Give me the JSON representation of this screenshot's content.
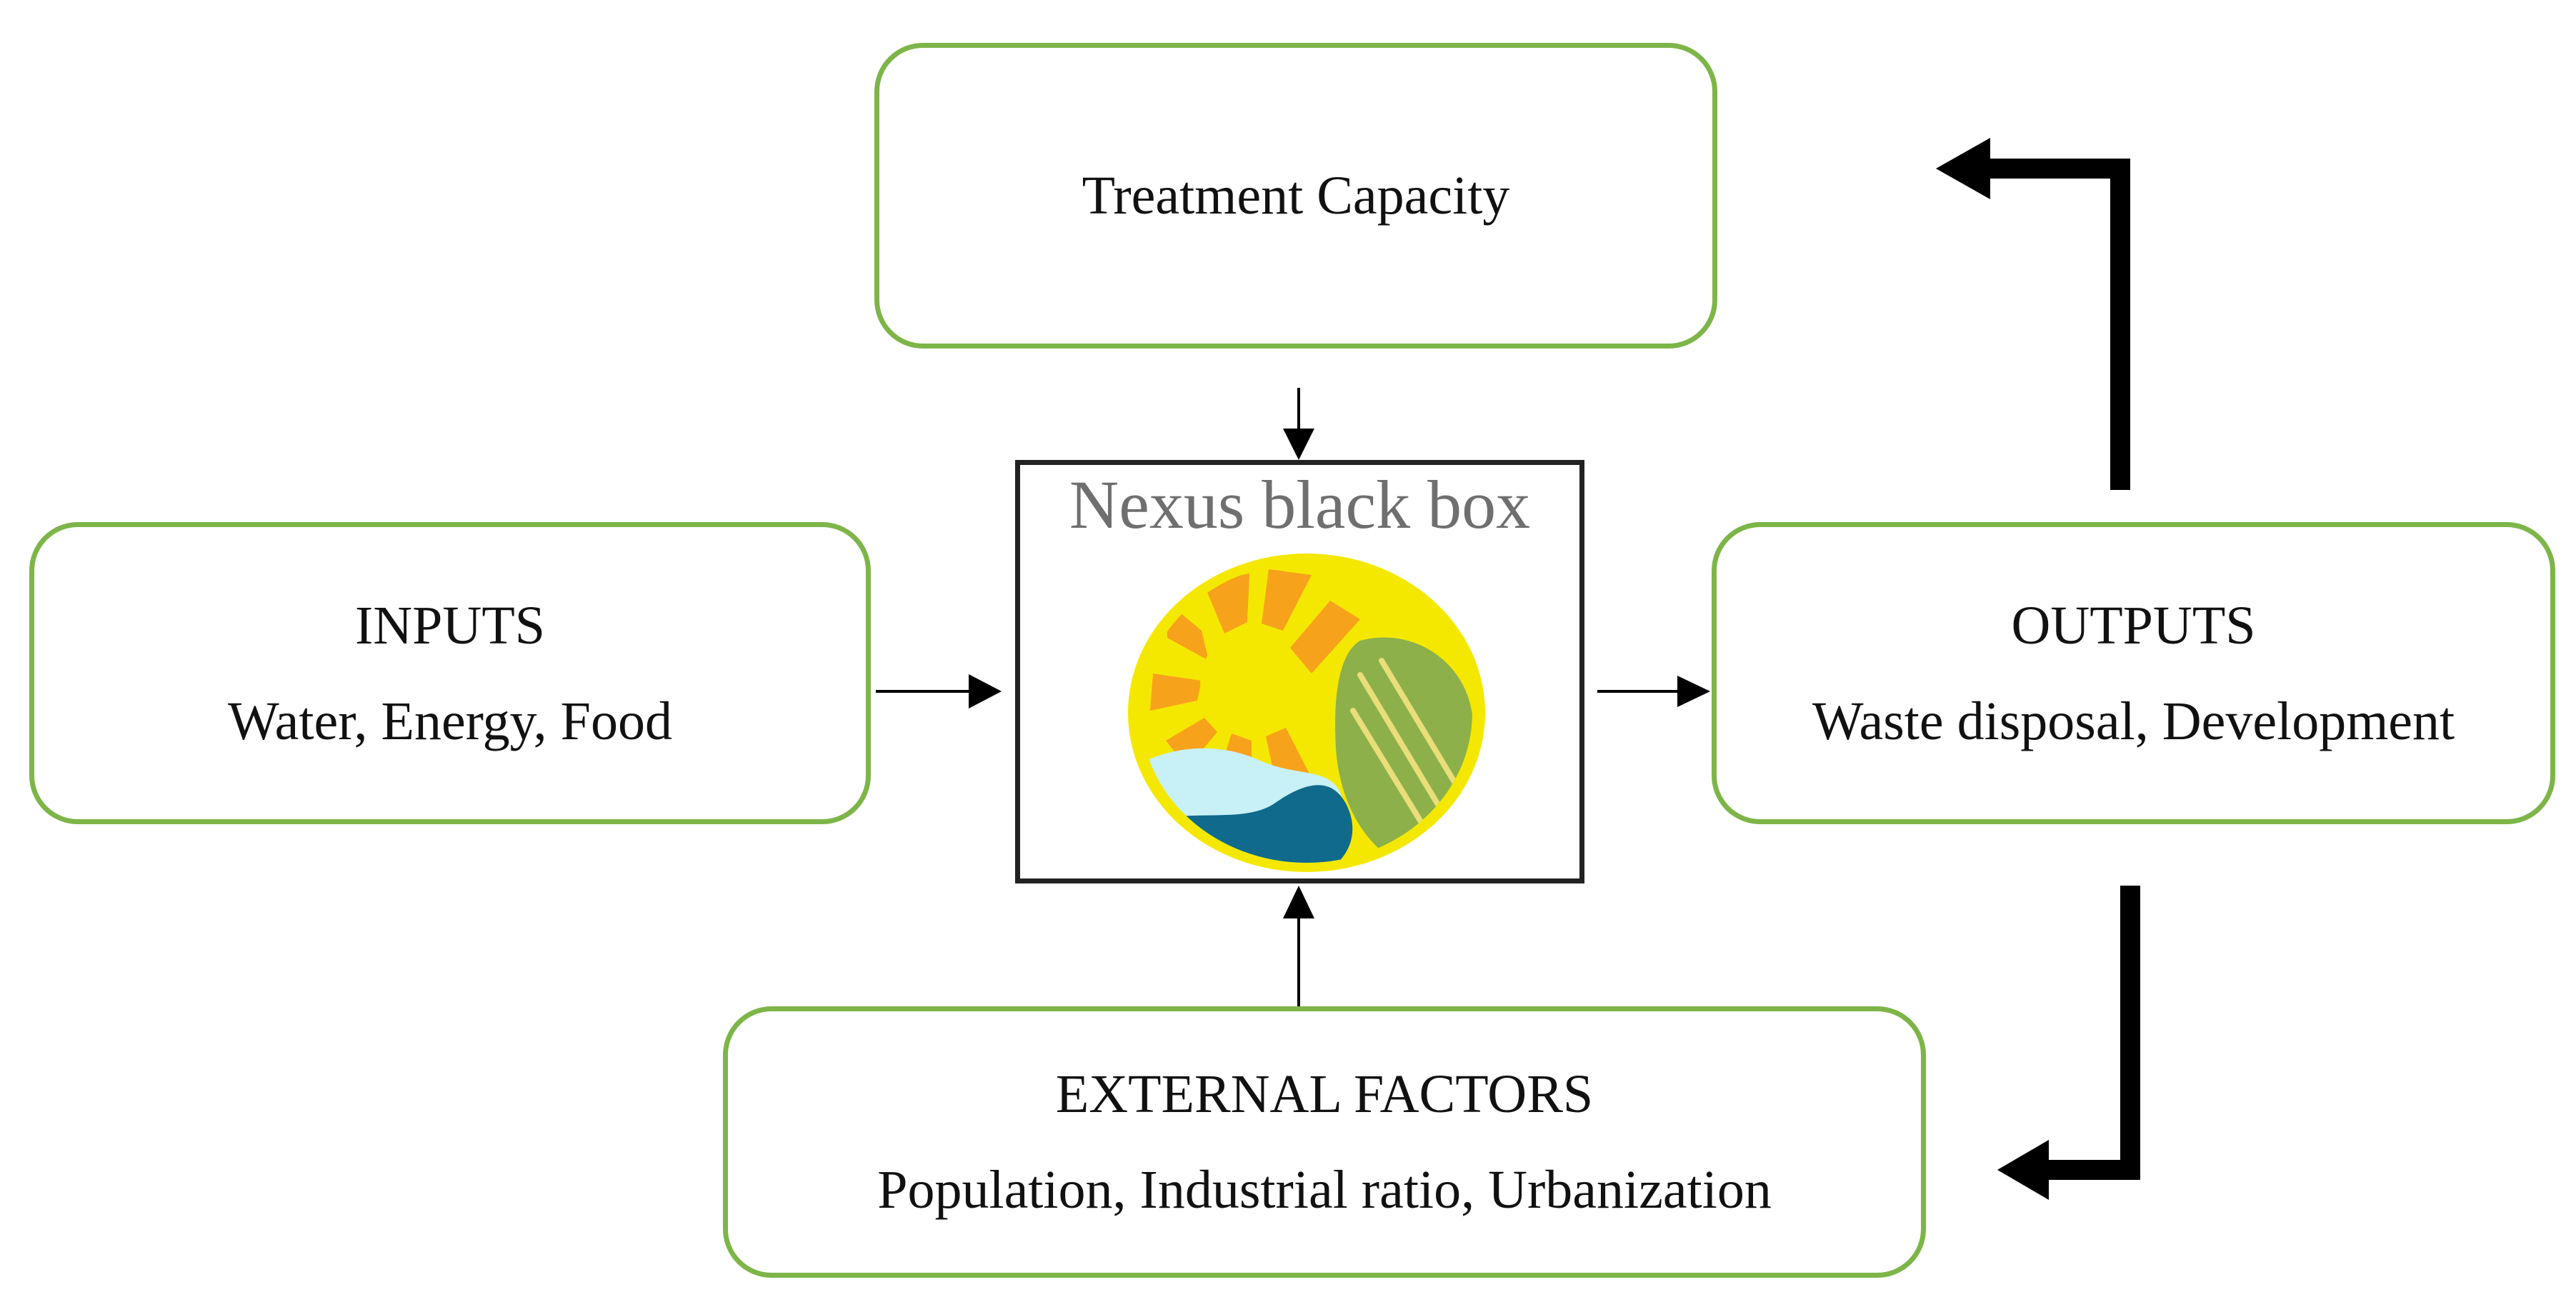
{
  "nodes": {
    "treatment": {
      "text": "Treatment Capacity"
    },
    "inputs": {
      "title": "INPUTS",
      "subtitle": "Water, Energy, Food"
    },
    "outputs": {
      "title": "OUTPUTS",
      "subtitle": "Waste disposal, Development"
    },
    "external": {
      "title": "EXTERNAL FACTORS",
      "subtitle": "Population, Industrial ratio, Urbanization"
    }
  },
  "blackbox": {
    "title": "Nexus black box",
    "logo": "water-energy-food-nexus-icon"
  },
  "colors": {
    "node_border": "#7db548",
    "blackbox_border": "#222222",
    "blackbox_title": "#6f6f6f",
    "arrow": "#000000",
    "logo_ring": "#f5e800",
    "logo_sun": "#f7a21b",
    "logo_leaf": "#8db04a",
    "logo_water_light": "#c8f0f7",
    "logo_water_dark": "#0f6a8c"
  },
  "connections": [
    {
      "from": "inputs",
      "to": "blackbox"
    },
    {
      "from": "treatment",
      "to": "blackbox"
    },
    {
      "from": "external",
      "to": "blackbox"
    },
    {
      "from": "blackbox",
      "to": "outputs"
    },
    {
      "from": "outputs",
      "to": "treatment",
      "style": "thick"
    },
    {
      "from": "outputs",
      "to": "external",
      "style": "thick"
    }
  ]
}
